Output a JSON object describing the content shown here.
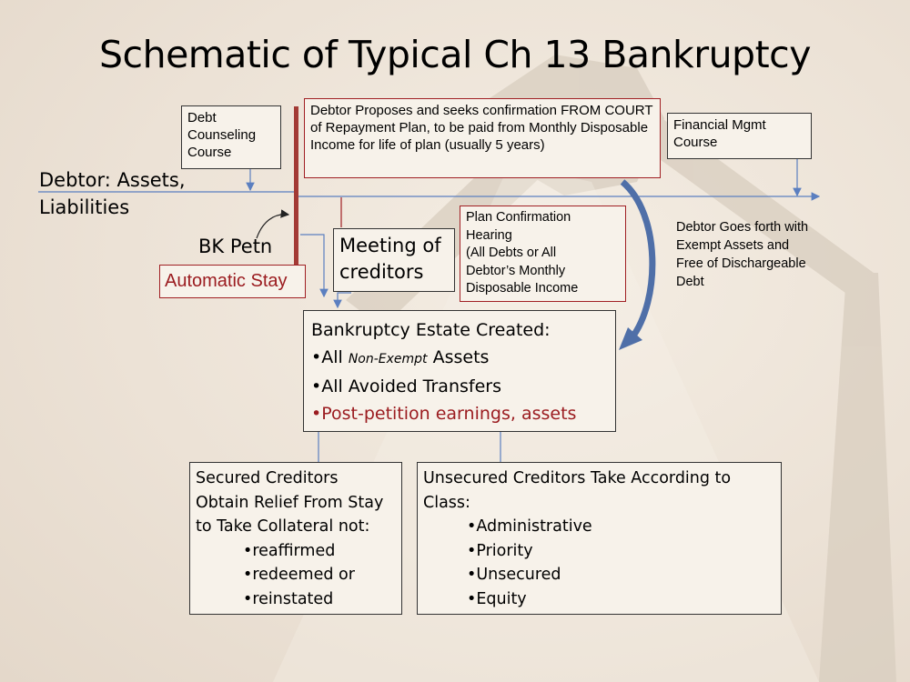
{
  "title": "Schematic of Typical Ch 13 Bankruptcy",
  "boxes": {
    "debt_counseling": [
      "Debt",
      "Counseling",
      "Course"
    ],
    "debtor_proposes": "Debtor Proposes and seeks confirmation FROM COURT of Repayment Plan, to be paid from Monthly Disposable Income for life of plan (usually 5 years)",
    "financial_mgmt": [
      "Financial Mgmt",
      "Course"
    ],
    "meeting": [
      "Meeting of",
      "creditors"
    ],
    "plan_confirmation": [
      "Plan Confirmation",
      "Hearing",
      "(All Debts or All",
      "Debtor’s Monthly",
      "Disposable Income"
    ],
    "automatic_stay": "Automatic Stay",
    "estate": {
      "heading": "Bankruptcy Estate Created:",
      "item1_prefix": "•All ",
      "item1_em": "Non-Exempt",
      "item1_suffix": " Assets",
      "item2": "•All Avoided Transfers",
      "item3": "•Post-petition earnings, assets"
    },
    "secured": {
      "lines": [
        "Secured Creditors",
        "Obtain Relief From Stay",
        "to Take Collateral not:"
      ],
      "items": [
        "•reaffirmed",
        "•redeemed or",
        "•reinstated"
      ]
    },
    "unsecured": {
      "lines": [
        "Unsecured Creditors Take According to",
        "Class:"
      ],
      "items": [
        "•Administrative",
        "•Priority",
        "•Unsecured",
        "•Equity"
      ]
    }
  },
  "labels": {
    "debtor_assets": [
      "Debtor: Assets,",
      "Liabilities"
    ],
    "bk_petn": "BK Petn",
    "debtor_goes_forth": [
      "Debtor Goes forth with",
      "Exempt  Assets and",
      "Free of Dischargeable",
      "Debt"
    ]
  },
  "colors": {
    "dark_red": "#9b1c20",
    "arrow_blue": "#4f6fa8",
    "line_blue": "#5b7fc0"
  }
}
